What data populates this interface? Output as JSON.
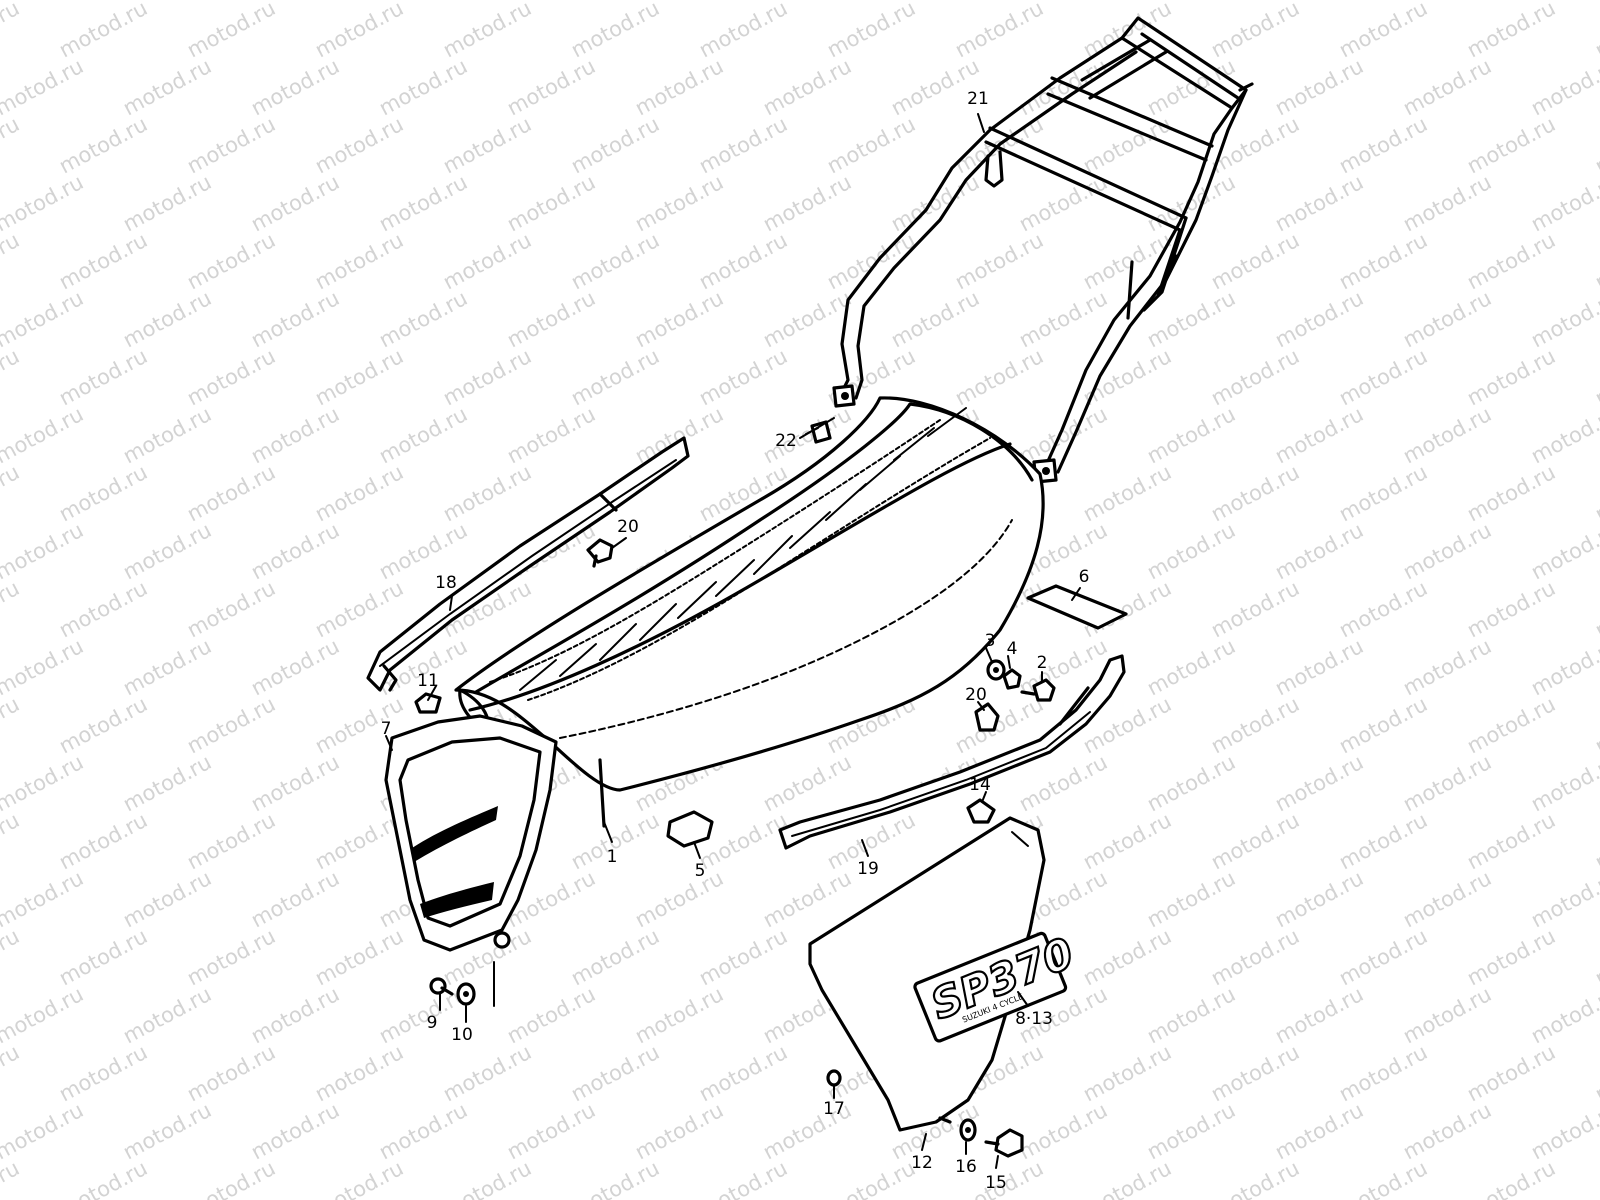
{
  "watermark": "motod.ru",
  "badge": {
    "text": "SP370",
    "subtext": "SUZUKI 4 CYCLE"
  },
  "labels": {
    "p1": "1",
    "p2": "2",
    "p3": "3",
    "p4": "4",
    "p5": "5",
    "p6": "6",
    "p7": "7",
    "p8_13": "8·13",
    "p9": "9",
    "p10": "10",
    "p11": "11",
    "p12": "12",
    "p14": "14",
    "p15": "15",
    "p16": "16",
    "p17": "17",
    "p18": "18",
    "p19": "19",
    "p20a": "20",
    "p20b": "20",
    "p21": "21",
    "p22": "22"
  }
}
